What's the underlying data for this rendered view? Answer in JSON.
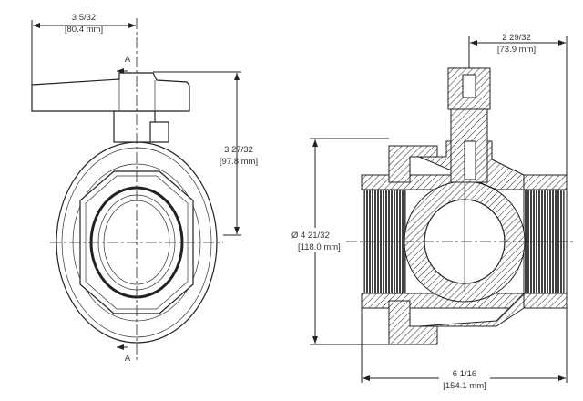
{
  "drawing": {
    "left_view": {
      "width_dim": {
        "imperial": "3 5/32",
        "metric": "[80.4 mm]"
      },
      "height_dim": {
        "imperial": "3 27/32",
        "metric": "[97.8 mm]"
      },
      "section_label_top": "A",
      "section_label_bottom": "A"
    },
    "right_view": {
      "stem_dim": {
        "imperial": "2 29/32",
        "metric": "[73.9 mm]"
      },
      "diameter_dim": {
        "imperial": "Ø  4 21/32",
        "metric": "[118.0 mm]"
      },
      "length_dim": {
        "imperial": "6 1/16",
        "metric": "[154.1 mm]"
      }
    }
  }
}
